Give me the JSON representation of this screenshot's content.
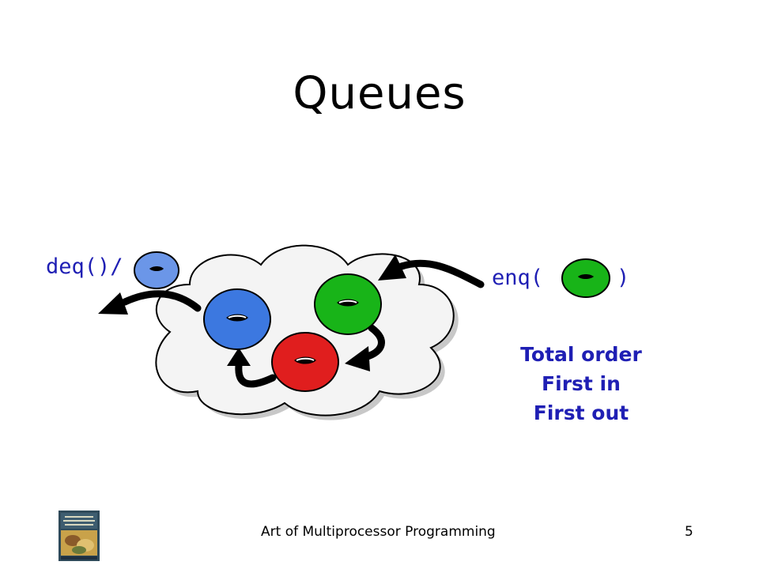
{
  "slide": {
    "title": "Queues",
    "deq_label": "deq()/",
    "enq_label": "enq(",
    "enq_close": ")",
    "notes": [
      "Total order",
      "First in",
      "First out"
    ],
    "footer": "Art of Multiprocessor Programming",
    "page_number": "5"
  },
  "colors": {
    "blue_item": "#3c78e0",
    "green_item": "#18b418",
    "red_item": "#e01e1e",
    "label_blue": "#1f1fb4",
    "cloud_fill": "#f4f4f4",
    "cloud_shadow": "#c8c8c8"
  },
  "icons": {
    "queue_items": "donut-icon",
    "arrows": "curved-arrow-icon",
    "container": "cloud-icon",
    "book": "book-cover-icon"
  }
}
